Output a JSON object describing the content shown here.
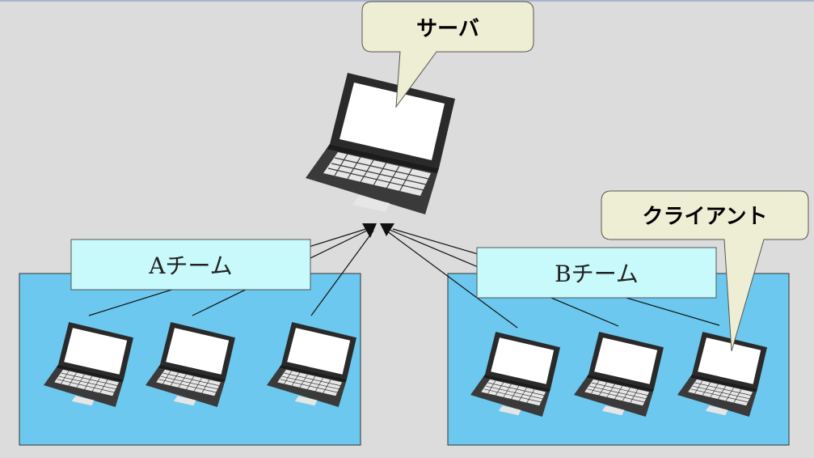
{
  "diagram": {
    "server_label": "サーバ",
    "client_label": "クライアント",
    "team_a_label": "Aチーム",
    "team_b_label": "Bチーム"
  },
  "colors": {
    "background": "#dcdcdc",
    "team_area": "#6cc8ee",
    "team_label_bg": "#c8fafc",
    "callout_bg": "#eeeed4",
    "laptop_body": "#2a2a2a",
    "screen": "#ffffff"
  }
}
